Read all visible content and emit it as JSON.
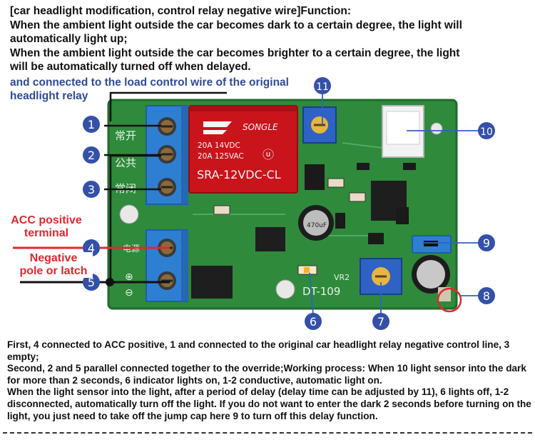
{
  "header": {
    "lines": [
      "[car headlight modification, control relay negative wire]Function:",
      "When the ambient light outside the car becomes dark to a certain degree, the light will",
      "automatically light up;",
      "When the ambient light outside the car becomes brighter to a certain degree, the light",
      "will be automatically turned off when delayed."
    ]
  },
  "blue_note": {
    "line1": "and connected to the load control wire of the original",
    "line2": "headlight relay"
  },
  "board": {
    "relay": {
      "brand": "SONGLE",
      "rating1": "20A  14VDC",
      "rating2": "20A  125VAC",
      "model": "SRA-12VDC-CL"
    },
    "terminal_labels": [
      "常开",
      "公共",
      "常闭",
      "电源",
      "⊕",
      "⊖"
    ],
    "pot_label": "VR2",
    "silk_text": "DT-109",
    "cap_text": "470uF"
  },
  "callouts": [
    "1",
    "2",
    "3",
    "4",
    "5",
    "6",
    "7",
    "8",
    "9",
    "10",
    "11"
  ],
  "side_labels": {
    "acc": [
      "ACC positive",
      "terminal"
    ],
    "negative": [
      "Negative",
      "pole or latch"
    ]
  },
  "footer": {
    "p1": "First, 4 connected to ACC positive, 1 and connected to the original car headlight relay negative control line, 3 empty;",
    "p2": "Second, 2 and 5 parallel connected together to the override;Working process: When 10 light sensor into the dark for more than 2 seconds, 6 indicator lights on, 1-2 conductive, automatic light on.",
    "p3": "When the light sensor into the light, after a period of delay (delay time can be adjusted by 11), 6 lights off, 1-2 disconnected, automatically turn off the light.  If you do not want to enter the dark 2 seconds before turning on the light, you just need to take off the jump cap here 9 to turn off this delay function."
  },
  "colors": {
    "pcb": "#2f8a3c",
    "pcb_dark": "#1f6a2c",
    "relay": "#c9141c",
    "terminal": "#2e7fd1",
    "callout": "#3450a8",
    "wire_red": "#e0282e",
    "accent_blue": "#2e4a9a"
  }
}
